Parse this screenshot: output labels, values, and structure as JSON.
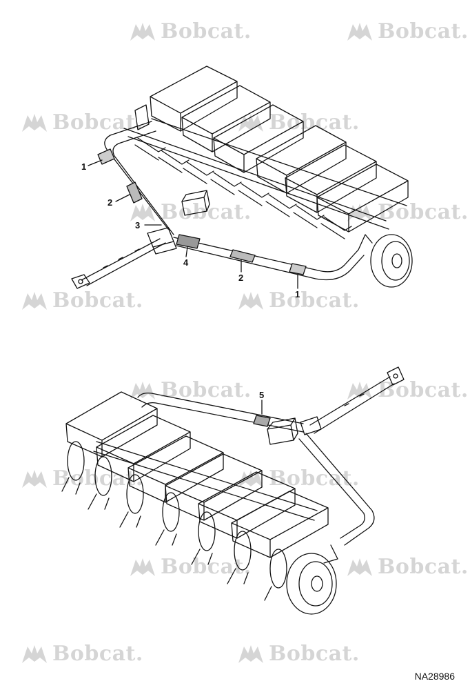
{
  "drawing": {
    "code": "NA28986",
    "watermark_text": "Bobcat."
  },
  "callouts_top": [
    "1",
    "2",
    "3",
    "4",
    "2",
    "1"
  ],
  "callouts_bottom": [
    "5"
  ],
  "colors": {
    "line": "#111111",
    "fill": "#ffffff",
    "watermark": "#000000"
  }
}
